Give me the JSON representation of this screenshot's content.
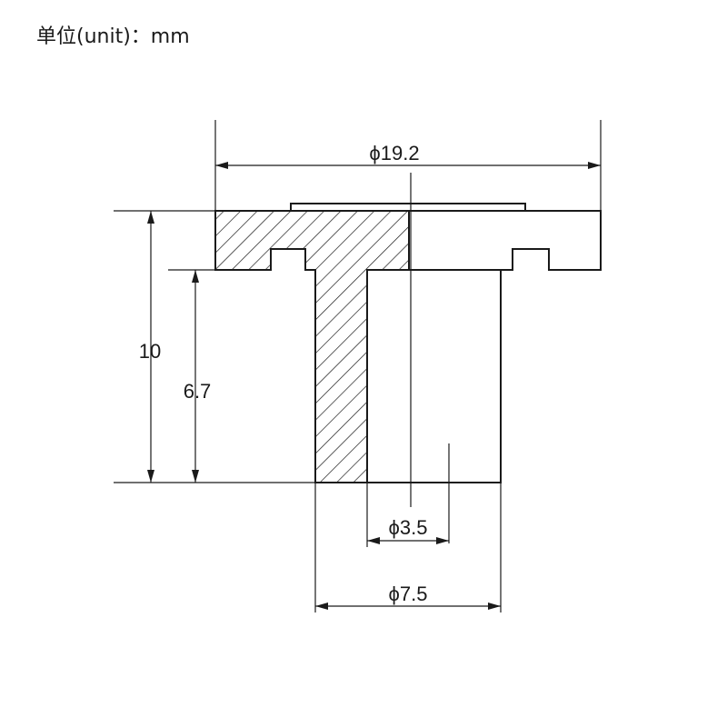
{
  "unit_label": "单位(unit)：mm",
  "dimensions": {
    "outer_diameter": "ϕ19.2",
    "total_height": "10",
    "shank_height": "6.7",
    "inner_diameter": "ϕ3.5",
    "shank_diameter": "ϕ7.5"
  }
}
